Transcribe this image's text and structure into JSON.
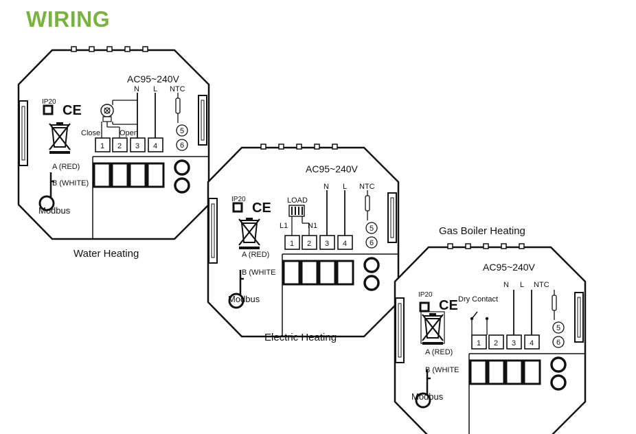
{
  "title": "WIRING",
  "colors": {
    "title": "#7ab241",
    "line": "#111111"
  },
  "captions": {
    "water": "Water Heating",
    "electric": "Electric Heating",
    "gas": "Gas Boiler Heating"
  },
  "panel_common": {
    "voltage": "AC95~240V",
    "neutral": "N",
    "live": "L",
    "ntc": "NTC",
    "ntc_terms": [
      "5",
      "6"
    ],
    "ip": "IP20",
    "ce": "CE",
    "terminals": [
      "1",
      "2",
      "3",
      "4"
    ],
    "modbus_a": "A (RED)",
    "modbus_b": "B (WHITE)",
    "modbus_b_short": "B (WHITE",
    "modbus": "Modbus"
  },
  "water": {
    "close": "Close",
    "open": "Open",
    "icons": [
      "weee-icon",
      "valve-icon",
      "ce-icon"
    ]
  },
  "electric": {
    "load": "LOAD",
    "l1": "L1",
    "n1": "N1",
    "icons": [
      "weee-icon",
      "heater-icon",
      "ce-icon"
    ]
  },
  "gas": {
    "dry_contact": "Dry Contact",
    "icons": [
      "weee-icon",
      "switch-icon",
      "ce-icon"
    ]
  }
}
